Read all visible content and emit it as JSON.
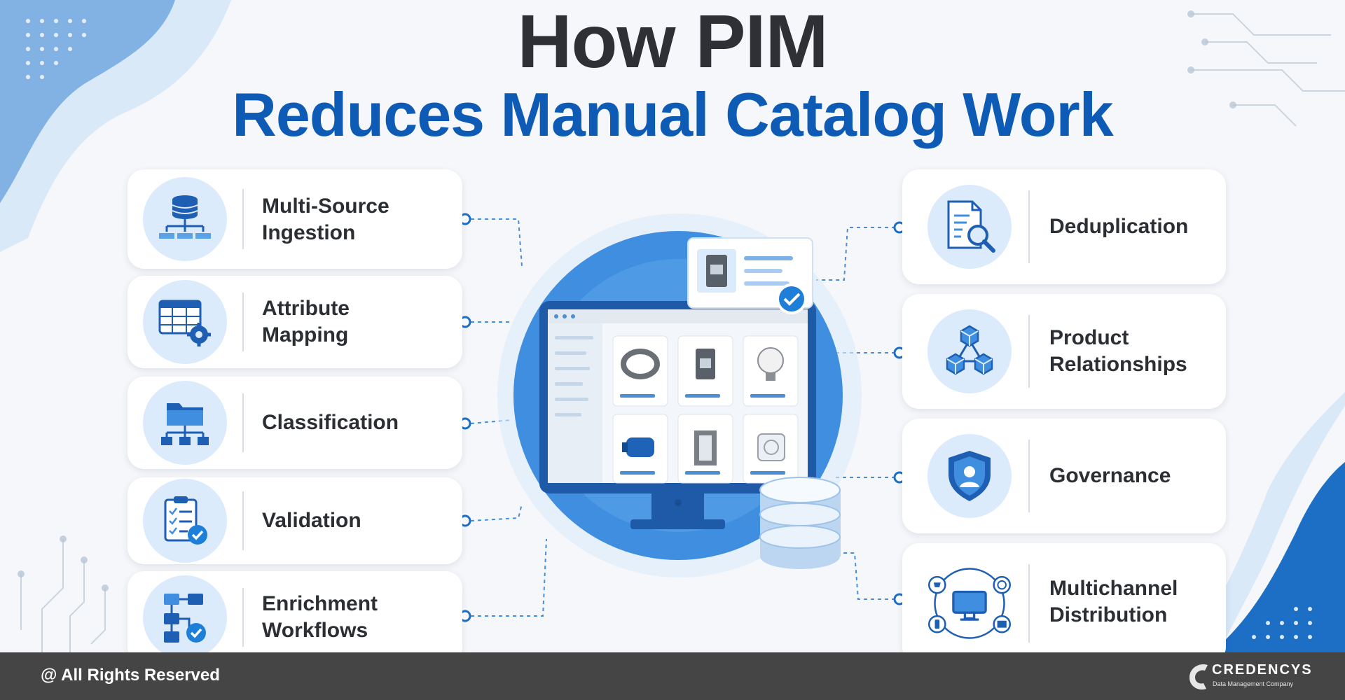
{
  "title": {
    "line1": "How PIM",
    "line2": "Reduces Manual Catalog Work"
  },
  "left_items": [
    {
      "label_line1": "Multi-Source",
      "label_line2": "Ingestion",
      "icon": "database-network-icon"
    },
    {
      "label_line1": "Attribute",
      "label_line2": "Mapping",
      "icon": "table-gear-icon"
    },
    {
      "label_line1": "Classification",
      "label_line2": "",
      "icon": "folder-tree-icon"
    },
    {
      "label_line1": "Validation",
      "label_line2": "",
      "icon": "clipboard-check-icon"
    },
    {
      "label_line1": "Enrichment",
      "label_line2": "Workflows",
      "icon": "workflow-check-icon"
    }
  ],
  "right_items": [
    {
      "label_line1": "Deduplication",
      "label_line2": "",
      "icon": "document-search-icon"
    },
    {
      "label_line1": "Product",
      "label_line2": "Relationships",
      "icon": "cubes-network-icon"
    },
    {
      "label_line1": "Governance",
      "label_line2": "",
      "icon": "shield-user-icon"
    },
    {
      "label_line1": "Multichannel",
      "label_line2": "Distribution",
      "icon": "monitor-channels-icon"
    }
  ],
  "footer": {
    "rights": "@ All Rights Reserved",
    "brand": "CREDENCYS",
    "brand_tagline": "Data Management Company"
  },
  "colors": {
    "primary_blue": "#0e5bb5",
    "light_blue": "#dcebfb",
    "dark_text": "#2e3035",
    "footer_bg": "#454545"
  }
}
